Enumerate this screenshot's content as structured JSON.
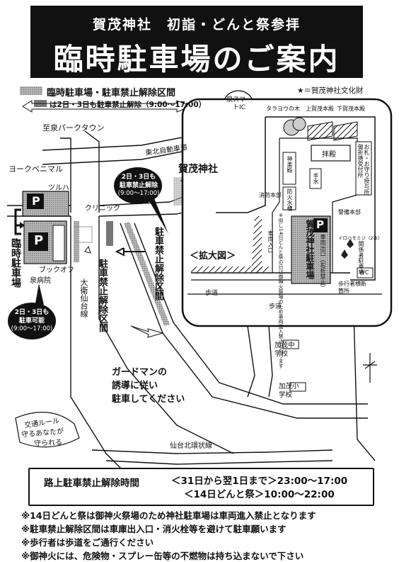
{
  "header": {
    "subtitle": "賀茂神社　初詣・どんと祭参拝",
    "title": "臨時駐車場のご案内"
  },
  "legend": {
    "parking": "臨時駐車場・駐車禁止解除区間",
    "note": "は2日・3日も駐車禁止解除（9:00～17:00）",
    "cultural": "★＝賀茂神社文化財"
  },
  "map_labels": {
    "izumi_ic": "泉スマートIC",
    "park_town": "至泉パークタウン",
    "expressway": "東北自動車道",
    "yorkbenimaru": "ヨークベニマル",
    "tsuruha": "ツルハ",
    "clinic": "クリニック",
    "book_off": "ブックオフ",
    "hospital": "泉病院",
    "daiei_sendai": "大衛仙台線",
    "kamo_shrine": "賀茂神社",
    "temp_parking": "臨時駐車場",
    "no_parking_lift": "駐車禁止解除区間",
    "no_parking_lift2": "駐車禁止解除区間",
    "guardman": [
      "ガードマンの",
      "誘導に従い",
      "駐車してください"
    ],
    "kamo_jhs": "加茂中学校",
    "kamo_es": "加茂小学校",
    "kanjo": "仙台北環状線",
    "traffic_rule": [
      "交通ルール",
      "守るあなたが",
      "守られる"
    ],
    "zoom": "＜拡大図＞",
    "sidewalk": "歩道",
    "sidewalk2": "歩道",
    "p_mark": "P"
  },
  "bubbles": {
    "top": [
      "2日・3日も",
      "駐車禁止解除",
      "(9:00～17:00)"
    ],
    "left": [
      "2日・3日も",
      "駐車可能",
      "(9:00～17:00)"
    ]
  },
  "detail": {
    "tarayou": "タラヨウの木",
    "kami_honden": "上賀茂本殿",
    "shimo_honden": "下賀茂本殿",
    "haiden": "拝殿",
    "kaguraden": "神楽殿",
    "bouka": "防火水槽",
    "temizu": "手水",
    "omamori": "お札・お守り授与所",
    "gokitou": "御祈祷受付所",
    "wc": "WC",
    "fire_hq": "消防本部",
    "guard_hq": "警備本部",
    "shrine_parking": "賀茂神社駐車場",
    "car_entrance": "車両入口",
    "car_exit": "車両出口（右折禁止）",
    "notice": "※但し14日どんと祭の日は御神火祭場のため車両進入禁止となります",
    "irohamomiji": "イロハモミジ（2本）",
    "staff_parking": "関係者駐車場",
    "crossing": "歩行者横断箇所"
  },
  "times": {
    "label": "路上駐車禁止解除時間",
    "row1": "＜31日から翌1日まで＞23:00～17:00",
    "row2": "＜14日どんと祭＞10:00～22:00"
  },
  "notes": [
    "※14日どんと祭は御神火祭場のため神社駐車場は車両進入禁止となります",
    "※駐車禁止解除区間は車庫出入口・消火栓等を避けて駐車願います",
    "※歩行者は歩道をご通行ください",
    "※御神火には、危険物・スプレー缶等の不燃物は持ち込まないで下さい"
  ]
}
